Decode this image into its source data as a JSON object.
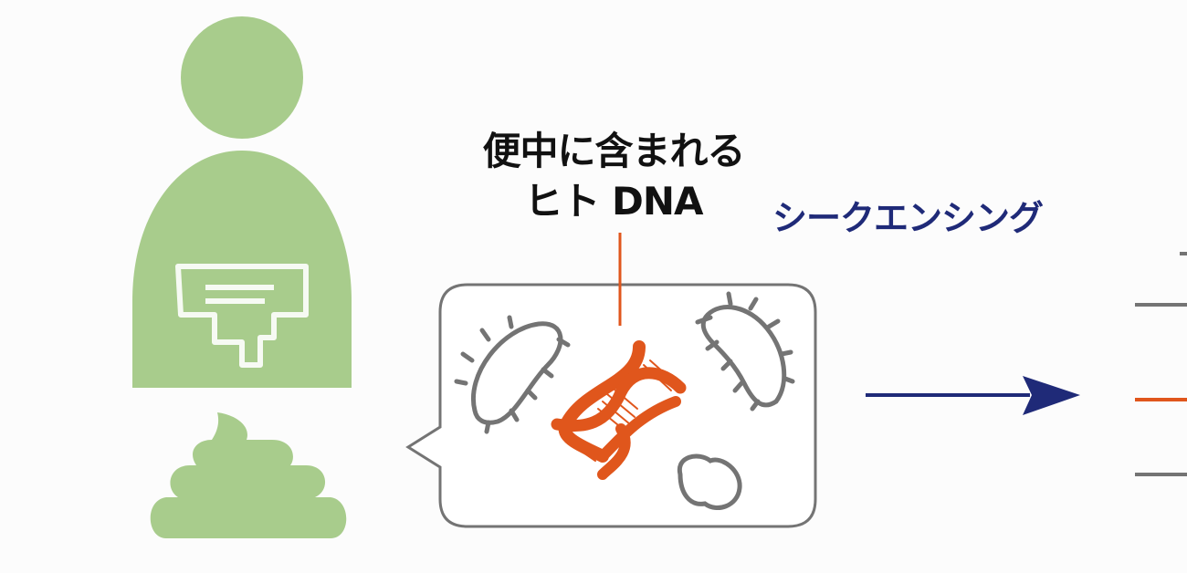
{
  "labels": {
    "dna_line1": "便中に含まれる",
    "dna_line2": "ヒト DNA",
    "sequencing": "シークエンシング"
  },
  "colors": {
    "green": "#a8cc8c",
    "orange": "#e0561c",
    "navy": "#1f2a78",
    "gray": "#747474"
  },
  "icons": [
    "person-icon",
    "intestine-icon",
    "stool-icon",
    "speech-bubble",
    "bacterium-icon",
    "dna-icon",
    "arrow-right-icon",
    "sequence-read-lines"
  ]
}
